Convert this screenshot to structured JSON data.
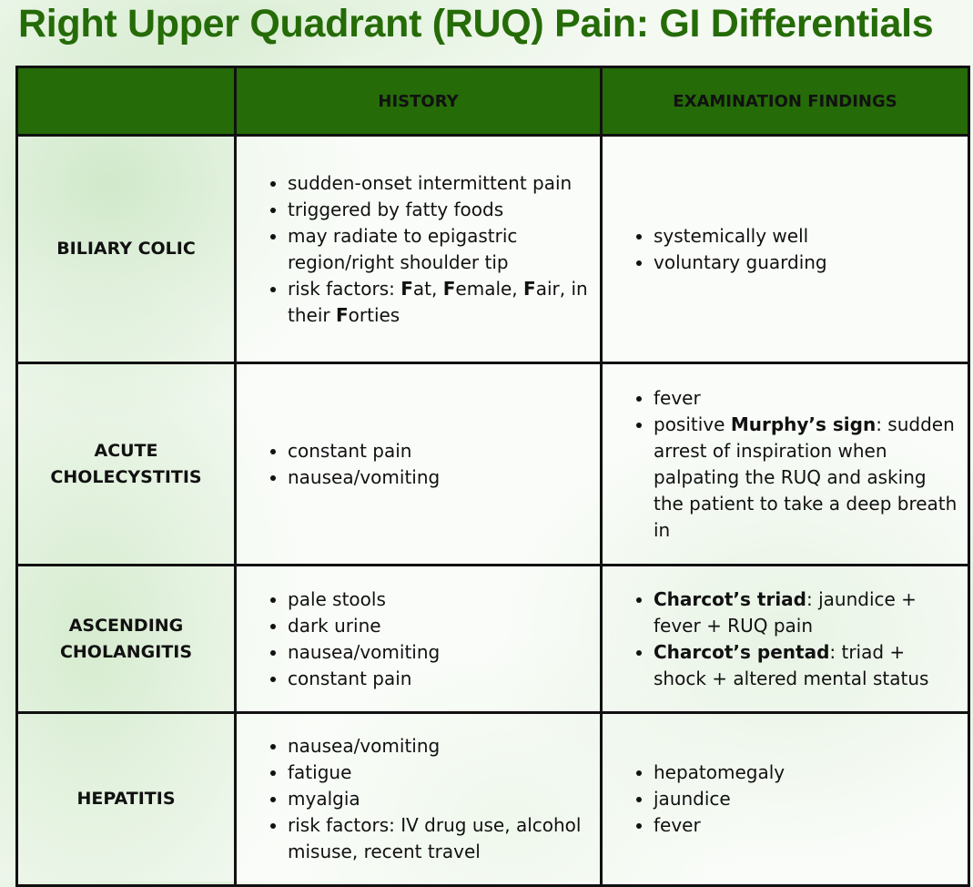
{
  "title": "Right Upper Quadrant (RUQ) Pain: GI Differentials",
  "headers": [
    "",
    "HISTORY",
    "EXAMINATION FINDINGS"
  ],
  "rows": [
    {
      "label": "BILIARY COLIC",
      "history": [
        [
          {
            "t": "sudden-onset intermittent pain"
          }
        ],
        [
          {
            "t": "triggered by fatty foods"
          }
        ],
        [
          {
            "t": "may radiate to epigastric region/right shoulder tip"
          }
        ],
        [
          {
            "t": "risk factors: "
          },
          {
            "t": "F",
            "b": true
          },
          {
            "t": "at, "
          },
          {
            "t": "F",
            "b": true
          },
          {
            "t": "emale, "
          },
          {
            "t": "F",
            "b": true
          },
          {
            "t": "air, in their "
          },
          {
            "t": "F",
            "b": true
          },
          {
            "t": "orties"
          }
        ]
      ],
      "exam": [
        [
          {
            "t": "systemically well"
          }
        ],
        [
          {
            "t": "voluntary guarding"
          }
        ]
      ]
    },
    {
      "label": "ACUTE CHOLECYSTITIS",
      "history": [
        [
          {
            "t": "constant pain"
          }
        ],
        [
          {
            "t": "nausea/vomiting"
          }
        ]
      ],
      "exam": [
        [
          {
            "t": "fever"
          }
        ],
        [
          {
            "t": "positive "
          },
          {
            "t": "Murphy’s sign",
            "b": true
          },
          {
            "t": ": sudden arrest of inspiration when palpating the RUQ and asking the patient to take a deep breath in"
          }
        ]
      ]
    },
    {
      "label": "ASCENDING CHOLANGITIS",
      "history": [
        [
          {
            "t": "pale stools"
          }
        ],
        [
          {
            "t": "dark urine"
          }
        ],
        [
          {
            "t": "nausea/vomiting"
          }
        ],
        [
          {
            "t": "constant pain"
          }
        ]
      ],
      "exam": [
        [
          {
            "t": "Charcot’s triad",
            "b": true
          },
          {
            "t": ": jaundice + fever + RUQ pain"
          }
        ],
        [
          {
            "t": "Charcot’s pentad",
            "b": true
          },
          {
            "t": ": triad + shock + altered mental status"
          }
        ]
      ]
    },
    {
      "label": "HEPATITIS",
      "history": [
        [
          {
            "t": "nausea/vomiting"
          }
        ],
        [
          {
            "t": "fatigue"
          }
        ],
        [
          {
            "t": "myalgia"
          }
        ],
        [
          {
            "t": "risk factors: IV drug use, alcohol misuse, recent travel"
          }
        ]
      ],
      "exam": [
        [
          {
            "t": "hepatomegaly"
          }
        ],
        [
          {
            "t": "jaundice"
          }
        ],
        [
          {
            "t": "fever"
          }
        ]
      ]
    }
  ]
}
